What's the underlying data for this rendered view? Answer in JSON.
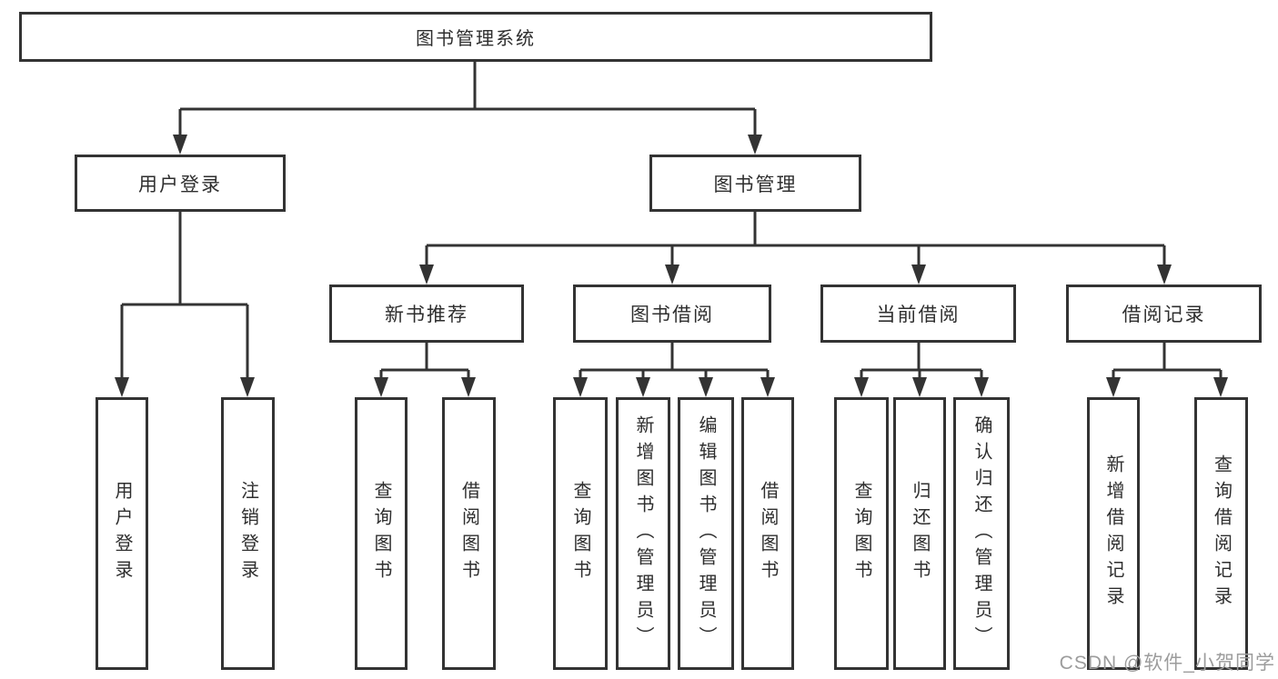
{
  "tree": {
    "label": "图书管理系统",
    "children": [
      {
        "label": "用户登录",
        "children": [
          {
            "label": "用户登录"
          },
          {
            "label": "注销登录"
          }
        ]
      },
      {
        "label": "图书管理",
        "children": [
          {
            "label": "新书推荐",
            "children": [
              {
                "label": "查询图书"
              },
              {
                "label": "借阅图书"
              }
            ]
          },
          {
            "label": "图书借阅",
            "children": [
              {
                "label": "查询图书"
              },
              {
                "label": "新增图书（管理员）"
              },
              {
                "label": "编辑图书（管理员）"
              },
              {
                "label": "借阅图书"
              }
            ]
          },
          {
            "label": "当前借阅",
            "children": [
              {
                "label": "查询图书"
              },
              {
                "label": "归还图书"
              },
              {
                "label": "确认归还（管理员）"
              }
            ]
          },
          {
            "label": "借阅记录",
            "children": [
              {
                "label": "新增借阅记录"
              },
              {
                "label": "查询借阅记录"
              }
            ]
          }
        ]
      }
    ]
  },
  "watermark": "CSDN @软件_小贺同学",
  "colors": {
    "line": "#333333",
    "text": "#2e2e2e",
    "watermark": "#9c9c9c",
    "background": "#ffffff"
  }
}
